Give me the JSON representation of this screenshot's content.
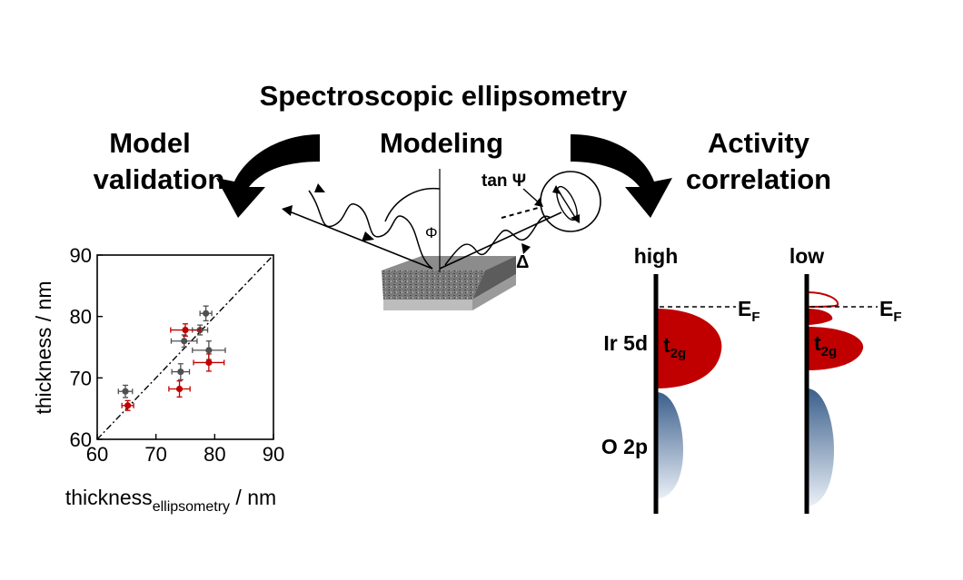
{
  "title": "Spectroscopic ellipsometry",
  "left_heading": {
    "line1": "Model",
    "line2": "validation"
  },
  "center_heading": "Modeling",
  "right_heading": {
    "line1": "Activity",
    "line2": "correlation"
  },
  "optics": {
    "tan_psi": "tan Ψ",
    "delta": "Δ",
    "phi": "Φ"
  },
  "dos": {
    "high_label": "high",
    "low_label": "low",
    "fermi": {
      "main": "E",
      "sub": "F"
    },
    "t2g": {
      "main": "t",
      "sub": "2g"
    },
    "ir_label": "Ir 5d",
    "o_label": "O 2p"
  },
  "colors": {
    "red": "#c00000",
    "gray": "#505050",
    "blue": "#3c5f8c",
    "arrow": "#000000"
  },
  "chart_data": {
    "type": "scatter",
    "xlabel": {
      "main": "thickness",
      "sub": "ellipsometry",
      "suffix": " / nm"
    },
    "ylabel": "thickness / nm",
    "xlim": [
      60,
      90
    ],
    "ylim": [
      60,
      90
    ],
    "xticks": [
      60,
      70,
      80,
      90
    ],
    "yticks": [
      60,
      70,
      80,
      90
    ],
    "xtick_labels": [
      "60",
      "70",
      "80",
      "90"
    ],
    "ytick_labels": [
      "60",
      "70",
      "80",
      "90"
    ],
    "diagonal": true,
    "series": [
      {
        "color": "#505050",
        "x": [
          64.8,
          74.2,
          74.8,
          77.5,
          78.5,
          79.0
        ],
        "y": [
          67.8,
          71.0,
          76.0,
          77.8,
          80.5,
          74.5
        ],
        "xerr": [
          1.2,
          1.5,
          2.2,
          1.3,
          1.0,
          2.8
        ],
        "yerr": [
          1.0,
          1.3,
          1.0,
          0.8,
          1.2,
          1.5
        ]
      },
      {
        "color": "#c00000",
        "x": [
          65.2,
          74.0,
          75.0,
          79.0
        ],
        "y": [
          65.5,
          68.2,
          77.8,
          72.5
        ],
        "xerr": [
          1.0,
          1.8,
          2.5,
          2.6
        ],
        "yerr": [
          0.8,
          1.3,
          1.0,
          1.4
        ]
      }
    ]
  }
}
